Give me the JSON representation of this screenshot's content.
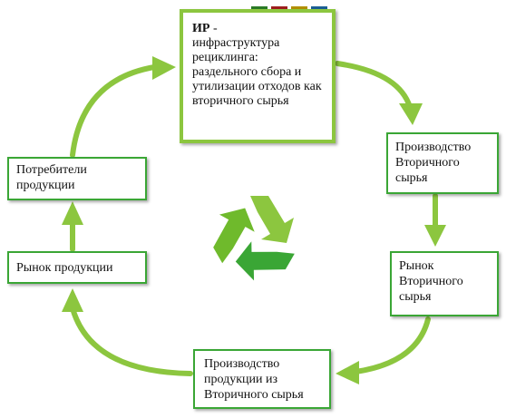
{
  "boxes": {
    "ir": {
      "abbr": "ИР",
      "dash": " -",
      "text": "инфраструктура рециклинга: раздельного сбора и утилизации отходов как вторичного сырья"
    },
    "production_secondary": {
      "text": "Производство Вторичного сырья"
    },
    "market_secondary": {
      "text": "Рынок Вторичного сырья"
    },
    "production_from_secondary": {
      "text": "Производство продукции из Вторичного сырья"
    },
    "market_products": {
      "text": "Рынок продукции"
    },
    "consumers": {
      "text": "Потребители продукции"
    }
  },
  "colors": {
    "arrow": "#8cc63f",
    "box_border": "#3aa635",
    "ir_border": "#8cc63f",
    "recycle_light": "#8cc63f",
    "recycle_dark": "#2e8b2e",
    "bin_green": "#3aa635",
    "bin_red": "#d92b2b",
    "bin_yellow": "#f2c200",
    "bin_blue": "#2a8fd6"
  },
  "icons": [
    "recycle-icon",
    "recycling-bins-icon"
  ]
}
